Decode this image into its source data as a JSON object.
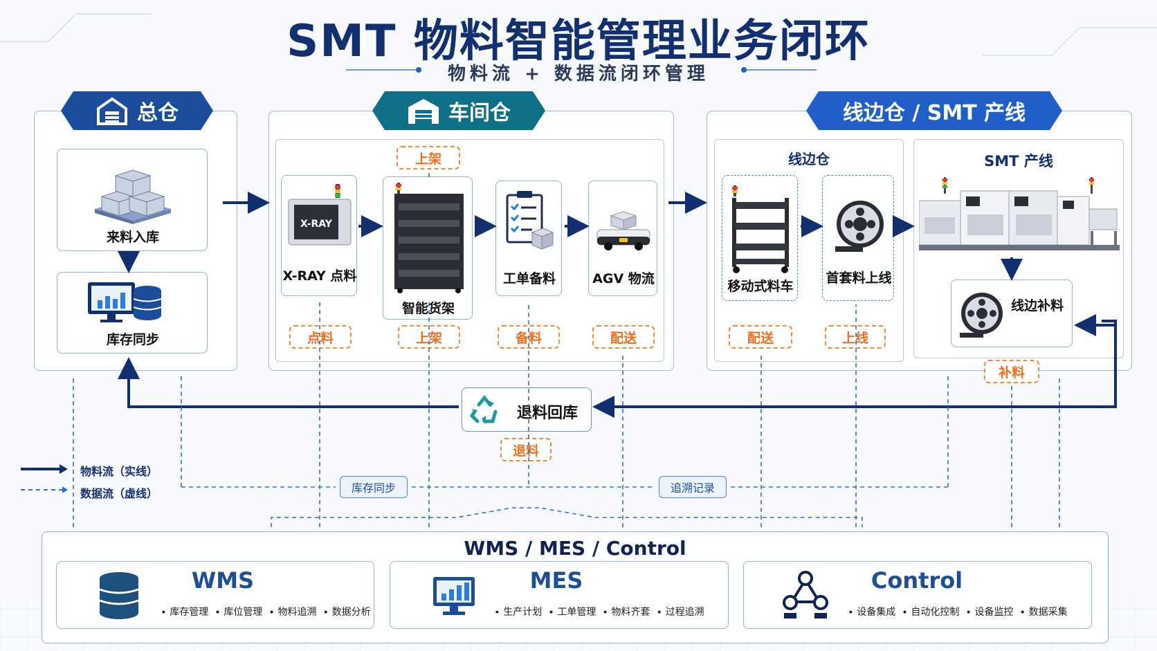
{
  "header": {
    "title": "SMT 物料智能管理业务闭环",
    "subtitle": "物料流 + 数据流闭环管理"
  },
  "zones": {
    "main_warehouse": {
      "tab": "总仓",
      "steps": [
        "来料入库",
        "库存同步"
      ]
    },
    "workshop_warehouse": {
      "tab": "车间仓",
      "steps": [
        "X-RAY 点料",
        "智能货架",
        "工单备料",
        "AGV 物流"
      ],
      "xray_screen": "X-RAY",
      "top_tag": "上架",
      "bottom_tags": [
        "点料",
        "上架",
        "备料",
        "配送"
      ]
    },
    "line_smt": {
      "tab": "线边仓 / SMT 产线",
      "line_side": {
        "title": "线边仓",
        "steps": [
          "移动式料车",
          "首套料上线"
        ],
        "tags": [
          "配送",
          "上线"
        ]
      },
      "smt_line": {
        "title": "SMT 产线",
        "replenish": "线边补料",
        "tag": "补料"
      }
    }
  },
  "return": {
    "label": "退料回库",
    "tag": "退料"
  },
  "data_flow_tags": {
    "inventory_sync": "库存同步",
    "trace_record": "追溯记录"
  },
  "legend": {
    "material_flow": "物料流（实线）",
    "data_flow": "数据流（虚线）"
  },
  "systems": {
    "title": "WMS / MES / Control",
    "items": [
      {
        "name": "WMS",
        "icon": "database-icon",
        "features": [
          "库存管理",
          "库位管理",
          "物料追溯",
          "数据分析"
        ]
      },
      {
        "name": "MES",
        "icon": "monitor-chart-icon",
        "features": [
          "生产计划",
          "工单管理",
          "物料齐套",
          "过程追溯"
        ]
      },
      {
        "name": "Control",
        "icon": "network-nodes-icon",
        "features": [
          "设备集成",
          "自动化控制",
          "设备监控",
          "数据采集"
        ]
      }
    ]
  },
  "colors": {
    "navy": "#12306f",
    "blue_accent": "#1f5fc7",
    "teal_tab": "#0f6f86",
    "orange_tag": "#ee6f1e"
  }
}
